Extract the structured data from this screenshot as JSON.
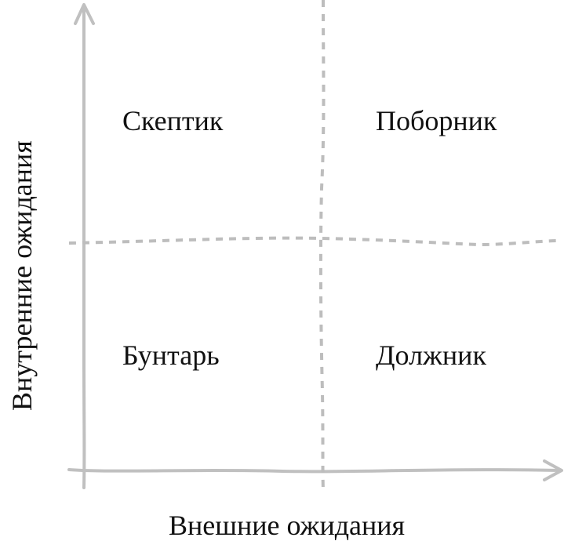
{
  "diagram": {
    "type": "2x2-quadrant-matrix",
    "x_axis_label": "Внешние ожидания",
    "y_axis_label": "Внутренние ожидания",
    "quadrants": {
      "top_left": "Скептик",
      "top_right": "Поборник",
      "bottom_left": "Бунтарь",
      "bottom_right": "Должник"
    },
    "colors": {
      "axis": "#c0c0c0",
      "divider": "#bdbdbd",
      "text": "#111111",
      "background": "#ffffff"
    }
  }
}
